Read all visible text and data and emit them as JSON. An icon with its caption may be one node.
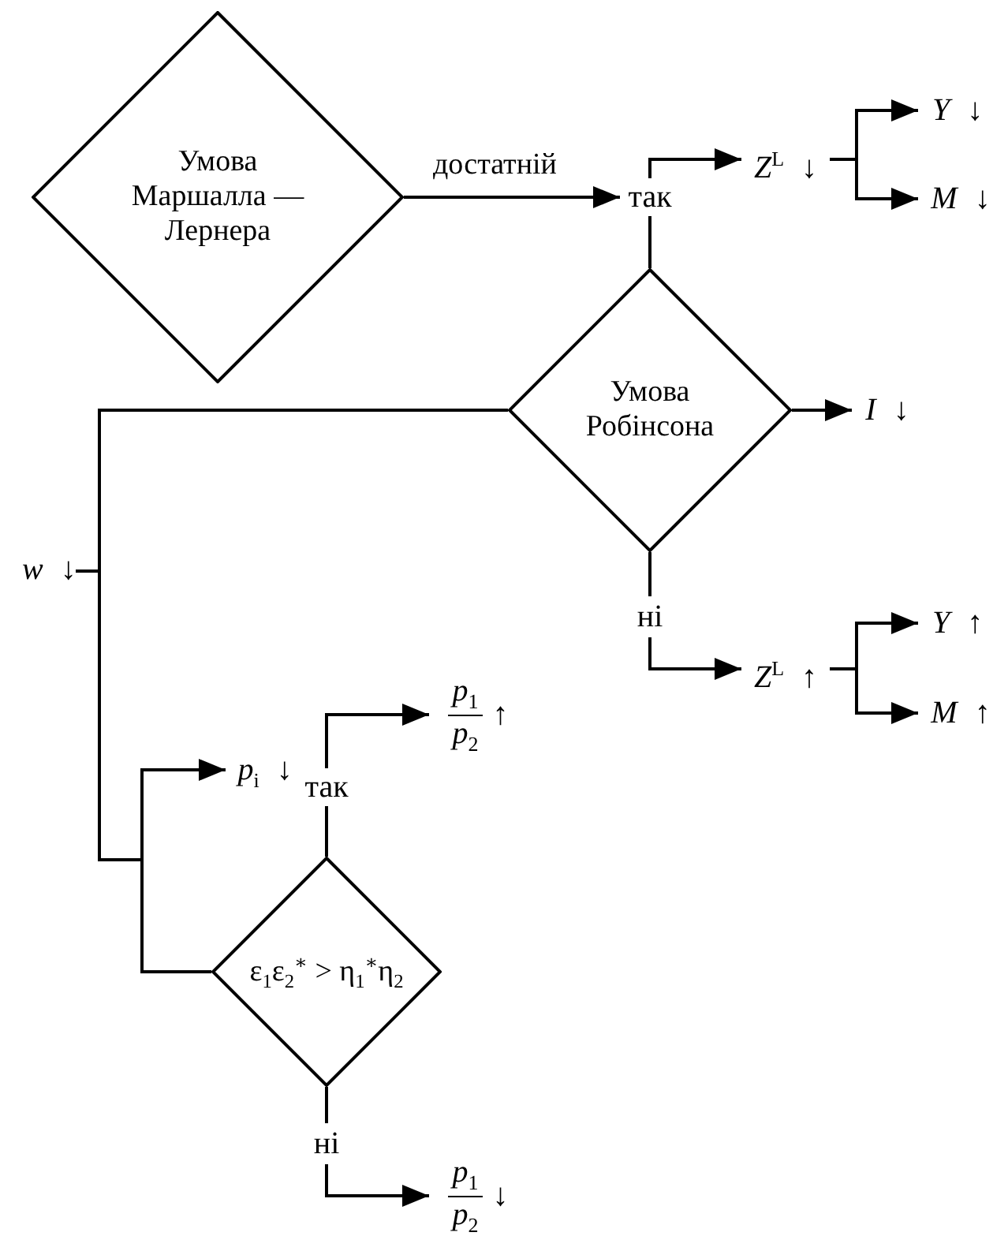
{
  "diagram": {
    "nodes": [
      {
        "text": [
          "Умова Маршалла — Лернера"
        ]
      },
      {
        "text": [
          "так"
        ]
      },
      {
        "text": [
          "*Z*$^{L}$ ↓"
        ]
      },
      {
        "text": [
          "*Y* ↓"
        ]
      },
      {
        "text": [
          "*M* ↓"
        ]
      },
      {
        "text": [
          "Умова Робінсона"
        ]
      },
      {
        "text": [
          "*I* ↓"
        ]
      },
      {
        "text": [
          "ні"
        ]
      },
      {
        "text": [
          "*Z*$^{L}$ ↑"
        ]
      },
      {
        "text": [
          "*Y* ↑"
        ]
      },
      {
        "text": [
          "*M* ↑"
        ]
      },
      {
        "text": [
          "*p*$_{i}$ ↓"
        ]
      },
      {
        "text": [
          "так"
        ]
      },
      {
        "text": [
          "*p*$_{1}$",
          "*p*$_{2}$",
          "↑"
        ]
      },
      {
        "text": [
          "ε$_{1}$ε$_{2}$$^{∗}$ > η$_{1}$$^{∗}$η$_{2}$"
        ]
      },
      {
        "text": [
          "ні"
        ]
      },
      {
        "text": [
          "*p*$_{1}$",
          "*p*$_{2}$",
          "↓"
        ]
      }
    ],
    "edges": [
      {
        "from": 0,
        "to": 1,
        "arrow": "to",
        "label": "достатній"
      },
      {
        "from": 1,
        "to": 2,
        "arrow": "to"
      },
      {
        "from": 2,
        "to": 3,
        "arrow": "to"
      },
      {
        "from": 2,
        "to": 4,
        "arrow": "to"
      },
      {
        "from": 1,
        "to": 5,
        "arrow": "none"
      },
      {
        "from": 5,
        "to": 6,
        "arrow": "to"
      },
      {
        "from": 5,
        "to": 7,
        "arrow": "none"
      },
      {
        "from": 7,
        "to": 8,
        "arrow": "to"
      },
      {
        "from": 8,
        "to": 9,
        "arrow": "to"
      },
      {
        "from": 8,
        "to": 10,
        "arrow": "to"
      },
      {
        "from": 5,
        "to": 11,
        "arrow": "to"
      },
      {
        "from": 5,
        "to": 14,
        "arrow": "none"
      },
      {
        "from": 12,
        "to": 13,
        "arrow": "to"
      },
      {
        "from": 14,
        "to": 12,
        "arrow": "none"
      },
      {
        "from": 14,
        "to": 15,
        "arrow": "none"
      },
      {
        "from": 15,
        "to": 16,
        "arrow": "to"
      }
    ],
    "labels": [
      "*w* ↓"
    ]
  }
}
